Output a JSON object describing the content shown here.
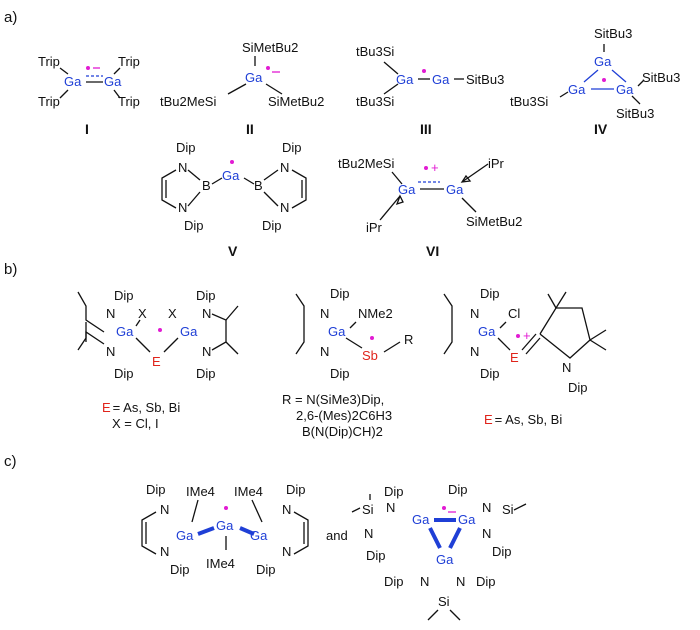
{
  "colors": {
    "gallium": "#1f3fd6",
    "element_e": "#e0241b",
    "radical": "#e21bd3"
  },
  "sections": {
    "a": "a)",
    "b": "b)",
    "c": "c)"
  },
  "compound_labels": {
    "I": "I",
    "II": "II",
    "III": "III",
    "IV": "IV",
    "V": "V",
    "VI": "VI"
  },
  "atoms": {
    "ga": "Ga",
    "trip": "Trip",
    "sb": "Sb",
    "e": "E",
    "b": "B",
    "n": "N",
    "si": "Si",
    "x": "X",
    "cl": "Cl",
    "r": "R",
    "dip": "Dip",
    "nme2": "NMe2",
    "ime4": "IMe4",
    "sime_tbu2": "SiMetBu2",
    "tbu2mesi": "tBu2MeSi",
    "tbu3si": "tBu3Si",
    "sitbu3": "SitBu3",
    "ipr": "iPr",
    "and": "and"
  },
  "captions": {
    "e_list_1": "E = As, Sb, Bi",
    "x_list": "X = Cl, I",
    "r_list": "R = N(SiMe3)Dip,",
    "r_list_2": "2,6-(Mes)2C6H3",
    "r_list_3": "B(N(Dip)CH)2",
    "e_list_2": "E = As, Sb, Bi"
  }
}
